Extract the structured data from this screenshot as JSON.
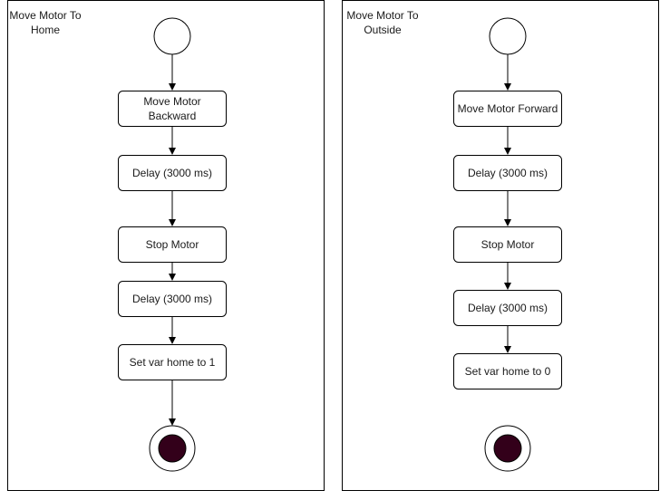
{
  "colors": {
    "end_fill": "#33001a",
    "stroke": "#000000",
    "background": "#ffffff"
  },
  "left": {
    "title_line1": "Move Motor To",
    "title_line2": "Home",
    "steps": [
      {
        "line1": "Move Motor",
        "line2": "Backward"
      },
      {
        "line1": "Delay (3000 ms)"
      },
      {
        "line1": "Stop Motor"
      },
      {
        "line1": "Delay (3000 ms)"
      },
      {
        "line1": "Set var home to 1"
      }
    ]
  },
  "right": {
    "title_line1": "Move Motor To",
    "title_line2": "Outside",
    "steps": [
      {
        "line1": "Move Motor Forward"
      },
      {
        "line1": "Delay (3000 ms)"
      },
      {
        "line1": "Stop Motor"
      },
      {
        "line1": "Delay (3000 ms)"
      },
      {
        "line1": "Set var home to 0"
      }
    ]
  }
}
